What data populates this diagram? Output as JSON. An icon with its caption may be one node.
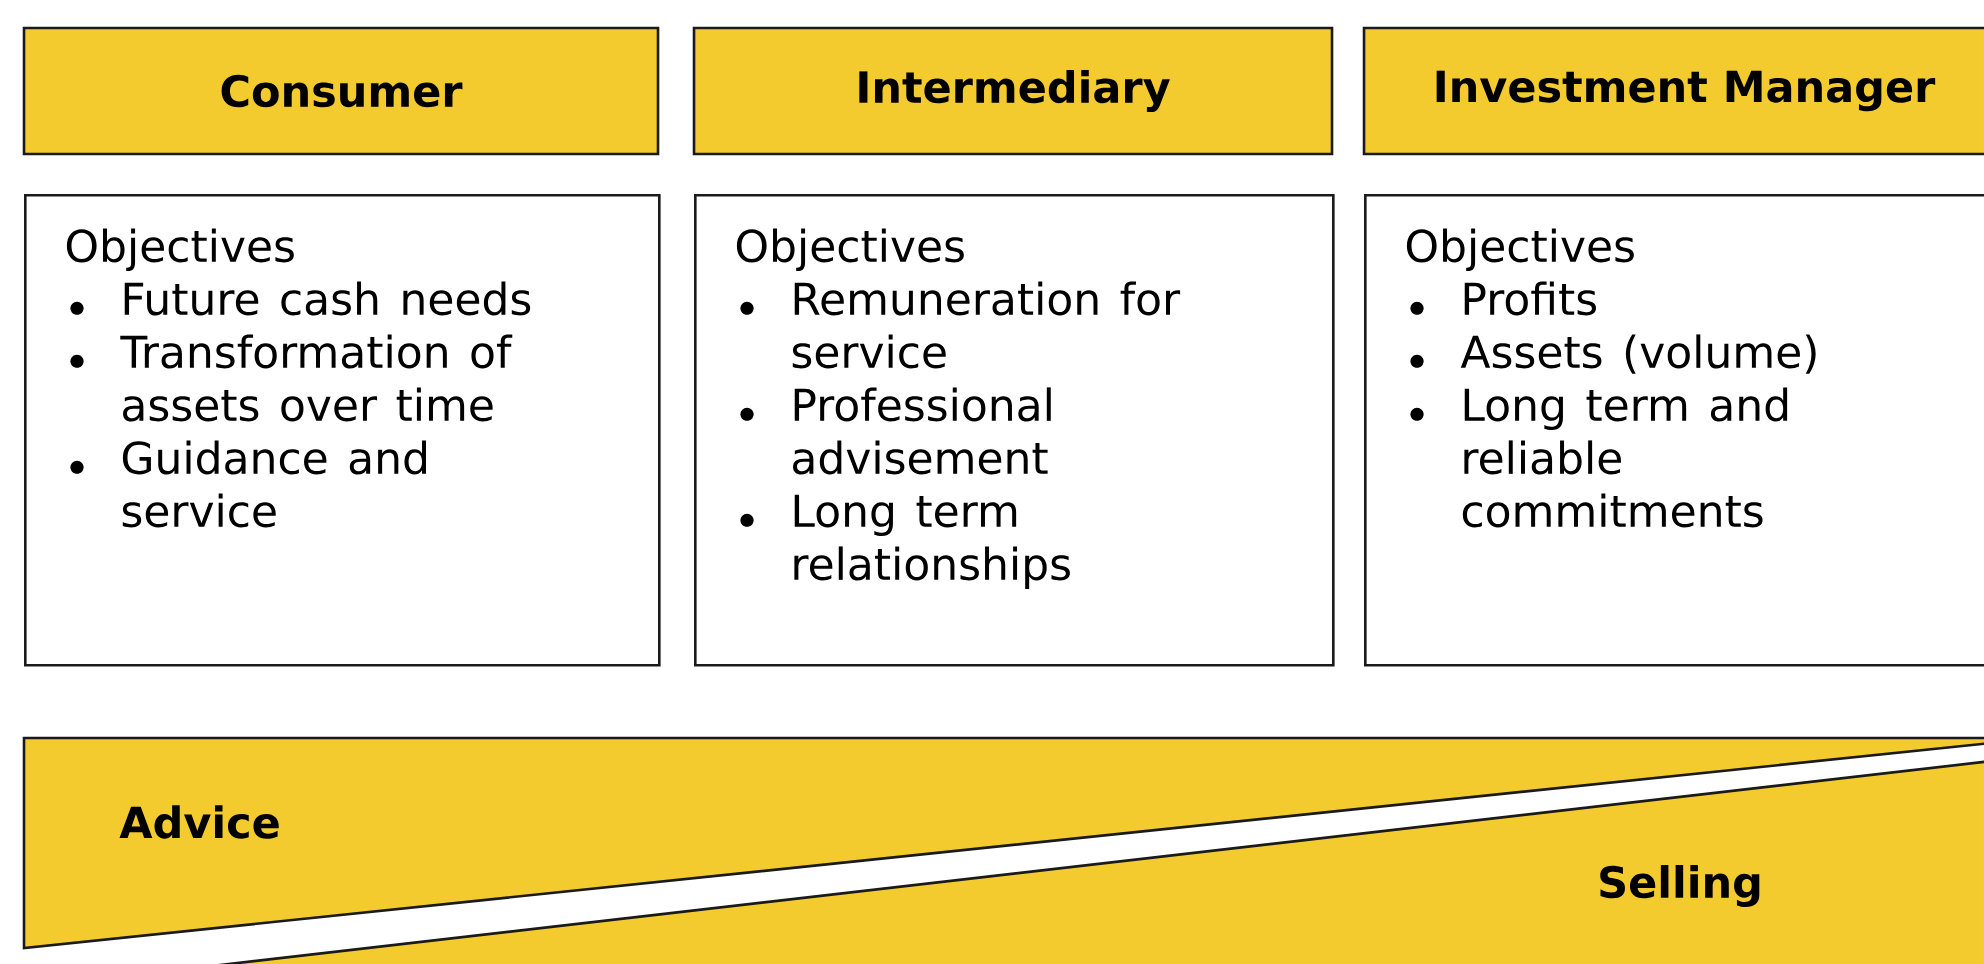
{
  "diagram": {
    "nodes": [
      {
        "text": [
          "Consumer"
        ]
      },
      {
        "text": [
          "Intermediary"
        ]
      },
      {
        "text": [
          "Investment Manager"
        ]
      },
      {
        "text": [
          "Objectives",
          "Future cash needs",
          "Transformation of assets over time",
          "Guidance and service"
        ]
      },
      {
        "text": [
          "Objectives",
          "Remuneration for service",
          "Professional advisement",
          "Long term relationships"
        ]
      },
      {
        "text": [
          "Objectives",
          "Profits",
          "Assets (volume)",
          "Long term and reliable commitments"
        ]
      },
      {
        "text": [
          "Advice"
        ]
      },
      {
        "text": [
          "Selling"
        ]
      }
    ]
  }
}
